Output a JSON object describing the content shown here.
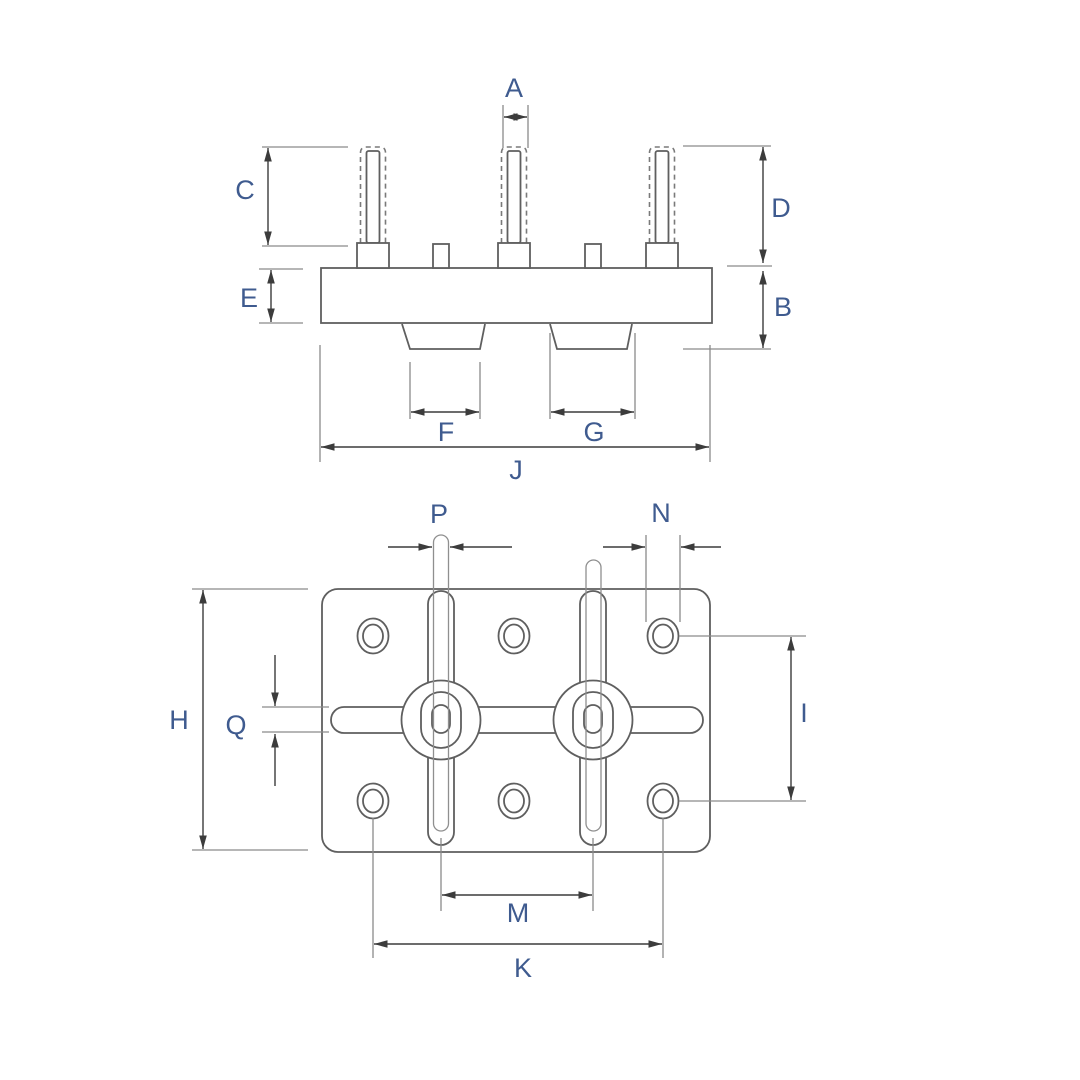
{
  "drawing": {
    "colors": {
      "background": "#ffffff",
      "object_line": "#5f5f5f",
      "extension_line": "#8a8a8a",
      "dimension_line": "#3c3c3c",
      "label": "#3f5b8f"
    },
    "side_view": {
      "dimension_labels": {
        "a": "A",
        "b": "B",
        "c": "C",
        "d": "D",
        "e": "E",
        "f": "F",
        "g": "G",
        "j": "J"
      }
    },
    "plan_view": {
      "dimension_labels": {
        "h": "H",
        "i": "I",
        "k": "K",
        "m": "M",
        "n": "N",
        "p": "P",
        "q": "Q"
      }
    }
  }
}
